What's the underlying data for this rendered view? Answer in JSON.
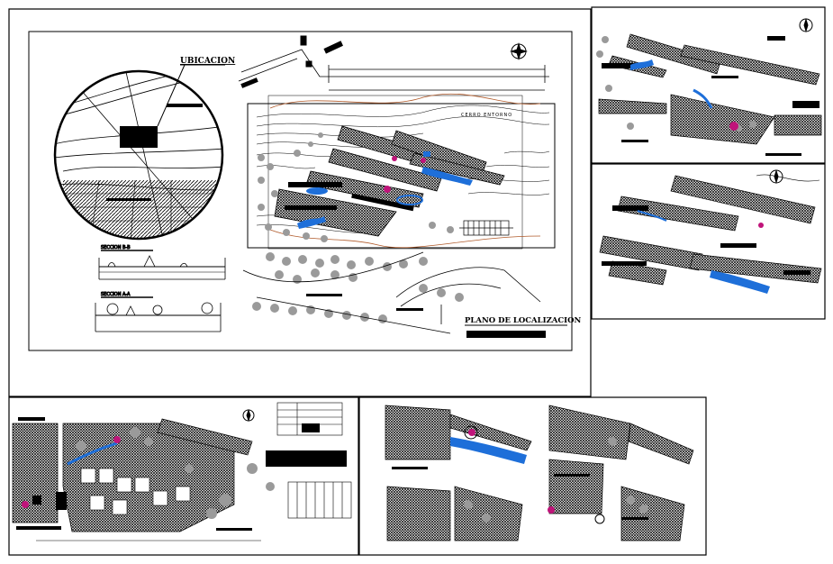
{
  "labels": {
    "ubicacion": "UBICACION",
    "plano": "PLANO DE LOCALIZACION",
    "cerro": "CERRO ENTORNO",
    "seccion_a": "SECCION B-B",
    "seccion_b": "SECCION A-A"
  },
  "colors": {
    "line": "#000000",
    "water": "#1e6fd9",
    "tree": "#9a9a9a",
    "accent": "#c0147a",
    "terrain": "#b05a2a"
  },
  "icons": [
    "north-arrow-icon"
  ]
}
